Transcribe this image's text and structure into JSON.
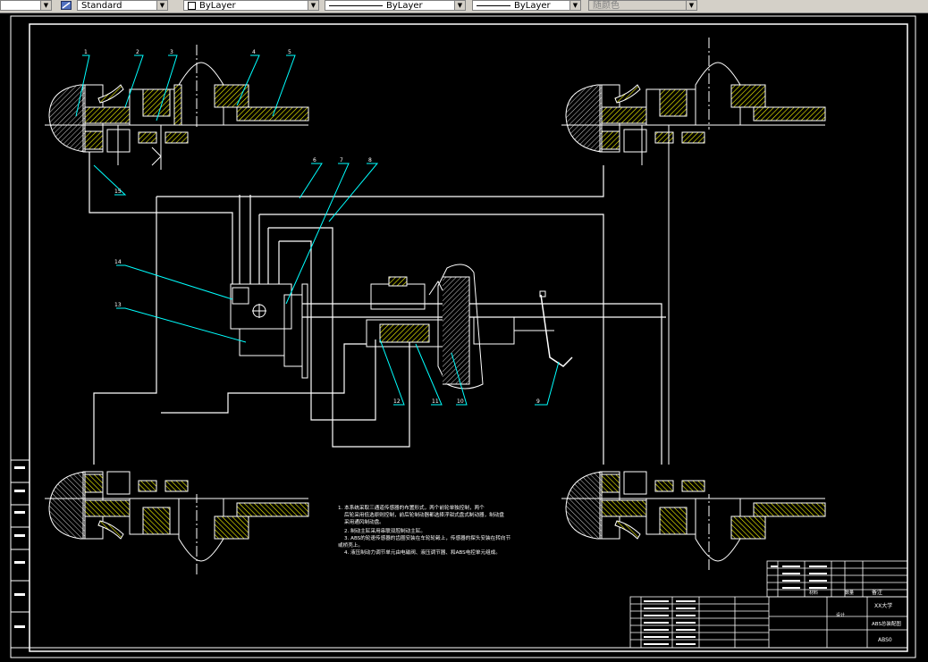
{
  "toolbar": {
    "style_value": "Standard",
    "color_value": "ByLayer",
    "linetype_value": "ByLayer",
    "lineweight_value": "ByLayer",
    "plotstyle_value": "随颜色"
  },
  "drawing": {
    "balloons": [
      "1",
      "2",
      "3",
      "4",
      "5",
      "6",
      "7",
      "8",
      "9",
      "10",
      "11",
      "12",
      "13",
      "14",
      "15"
    ],
    "notes": [
      "1. 本系统采取三通道传感器的布置形式，两个前轮单独控制，两个",
      "后轮采用低选原则控制，前后轮制动器都选择浮钳式盘式制动器，制动盘",
      "采用通风制动盘。",
      "2. 制动主缸采用串联双腔制动主缸。",
      "3. ABS的轮速传感器的齿圈安装在车轮轮毂上，传感器的探头安装在转向节",
      "或桥壳上。",
      "4. 液压制动力调节单元由电磁阀、液压调节器、和ABS电控单元组成。"
    ]
  },
  "title_block": {
    "school": "XX大学",
    "drawing_title": "ABS总装配图",
    "drawing_number": "ABS0",
    "label_remark": "备注",
    "label_qty": "数量",
    "label_material": "材料",
    "label_designer": "设计"
  },
  "colors": {
    "background": "#000000",
    "frame": "#ffffff",
    "hatch": "#ffff00",
    "leader": "#00ffff",
    "cad_bg": "#d4d0c8"
  }
}
